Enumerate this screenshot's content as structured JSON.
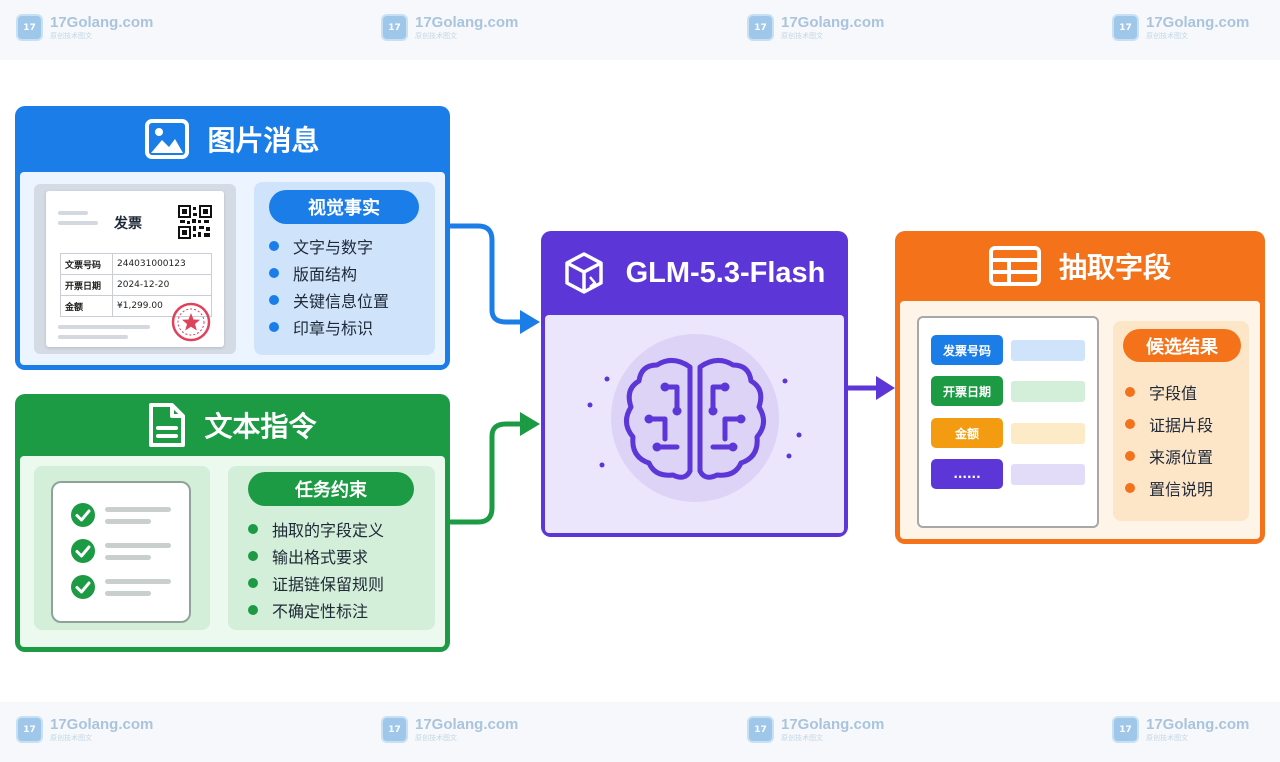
{
  "watermark": {
    "site": "17Golang.com",
    "tagline": "原创技术图文",
    "logo_text": "17"
  },
  "image_panel": {
    "title": "图片消息",
    "icon": "image-icon",
    "color": "#1a7de8",
    "invoice": {
      "title": "发票",
      "rows": [
        {
          "key": "文票号码",
          "value": "244031000123"
        },
        {
          "key": "开票日期",
          "value": "2024-12-20"
        },
        {
          "key": "金额",
          "value": "¥1,299.00"
        }
      ]
    },
    "pill": "视觉事实",
    "bullets": [
      "文字与数字",
      "版面结构",
      "关键信息位置",
      "印章与标识"
    ]
  },
  "text_panel": {
    "title": "文本指令",
    "icon": "document-icon",
    "color": "#1d9a44",
    "pill": "任务约束",
    "bullets": [
      "抽取的字段定义",
      "输出格式要求",
      "证据链保留规则",
      "不确定性标注"
    ]
  },
  "model_panel": {
    "title": "GLM-5.3-Flash",
    "icon": "cube-icon",
    "color": "#5c36d6"
  },
  "extract_panel": {
    "title": "抽取字段",
    "icon": "table-icon",
    "color": "#f3721a",
    "fields": [
      {
        "label": "发票号码",
        "color": "#1a7de8",
        "value_color": "#cfe4fb"
      },
      {
        "label": "开票日期",
        "color": "#1d9a44",
        "value_color": "#d3efd9"
      },
      {
        "label": "金额",
        "color": "#f39c12",
        "value_color": "#fdebc8"
      },
      {
        "label": "......",
        "color": "#5c36d6",
        "value_color": "#e3dcf8"
      }
    ],
    "pill": "候选结果",
    "bullets": [
      "字段值",
      "证据片段",
      "来源位置",
      "置信说明"
    ]
  }
}
